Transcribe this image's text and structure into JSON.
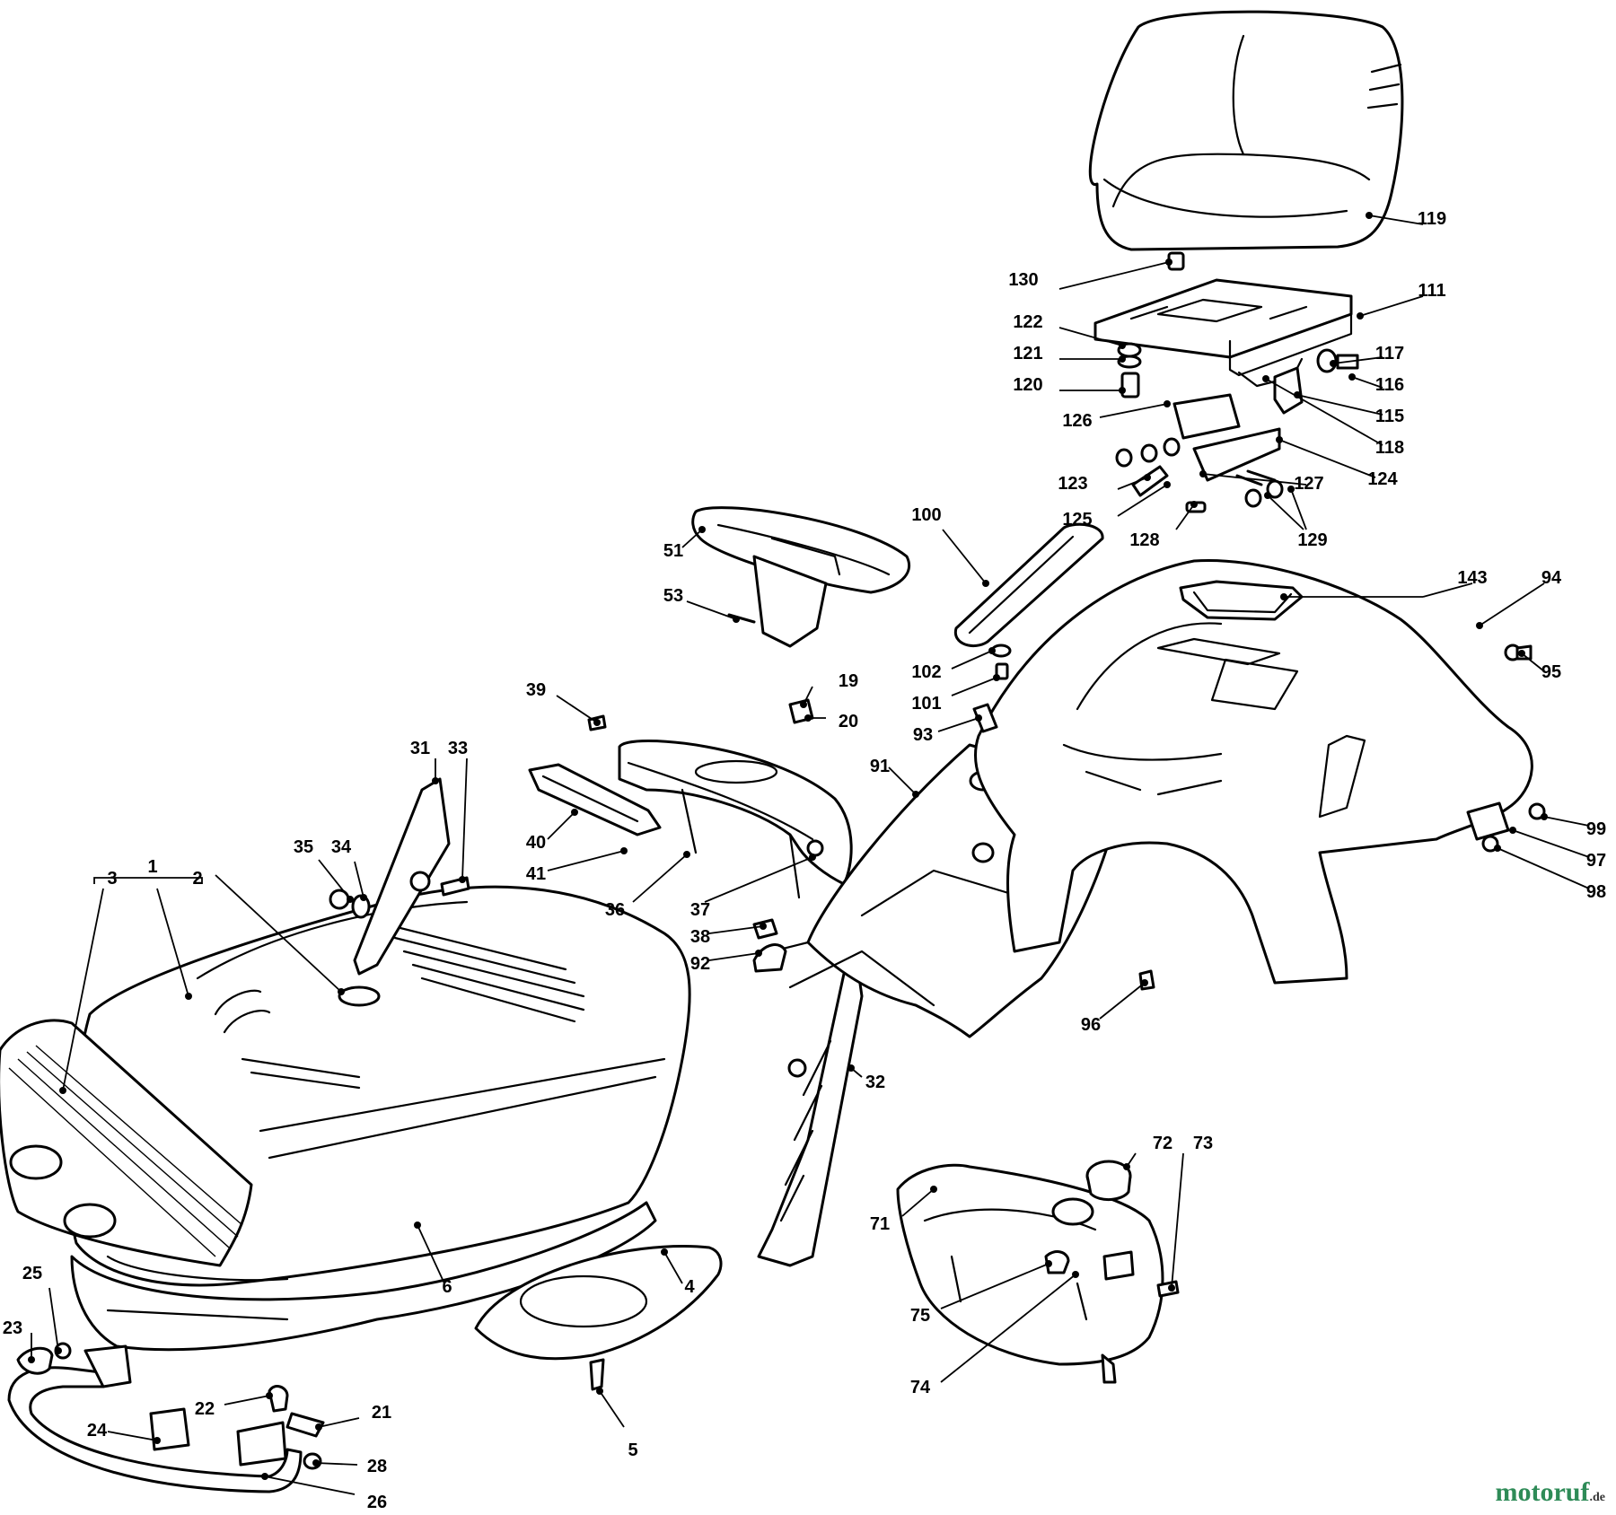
{
  "labels": [
    {
      "id": "1",
      "text": "1"
    },
    {
      "id": "2",
      "text": "2"
    },
    {
      "id": "3",
      "text": "3"
    },
    {
      "id": "4",
      "text": "4"
    },
    {
      "id": "5",
      "text": "5"
    },
    {
      "id": "6",
      "text": "6"
    },
    {
      "id": "19",
      "text": "19"
    },
    {
      "id": "20",
      "text": "20"
    },
    {
      "id": "21",
      "text": "21"
    },
    {
      "id": "22",
      "text": "22"
    },
    {
      "id": "23",
      "text": "23"
    },
    {
      "id": "24",
      "text": "24"
    },
    {
      "id": "25",
      "text": "25"
    },
    {
      "id": "26",
      "text": "26"
    },
    {
      "id": "28",
      "text": "28"
    },
    {
      "id": "31",
      "text": "31"
    },
    {
      "id": "32",
      "text": "32"
    },
    {
      "id": "33",
      "text": "33"
    },
    {
      "id": "34",
      "text": "34"
    },
    {
      "id": "35",
      "text": "35"
    },
    {
      "id": "36",
      "text": "36"
    },
    {
      "id": "37",
      "text": "37"
    },
    {
      "id": "38",
      "text": "38"
    },
    {
      "id": "39",
      "text": "39"
    },
    {
      "id": "40",
      "text": "40"
    },
    {
      "id": "41",
      "text": "41"
    },
    {
      "id": "51",
      "text": "51"
    },
    {
      "id": "53",
      "text": "53"
    },
    {
      "id": "71",
      "text": "71"
    },
    {
      "id": "72",
      "text": "72"
    },
    {
      "id": "73",
      "text": "73"
    },
    {
      "id": "74",
      "text": "74"
    },
    {
      "id": "75",
      "text": "75"
    },
    {
      "id": "91",
      "text": "91"
    },
    {
      "id": "92",
      "text": "92"
    },
    {
      "id": "93",
      "text": "93"
    },
    {
      "id": "94",
      "text": "94"
    },
    {
      "id": "95",
      "text": "95"
    },
    {
      "id": "96",
      "text": "96"
    },
    {
      "id": "97",
      "text": "97"
    },
    {
      "id": "98",
      "text": "98"
    },
    {
      "id": "99",
      "text": "99"
    },
    {
      "id": "100",
      "text": "100"
    },
    {
      "id": "101",
      "text": "101"
    },
    {
      "id": "102",
      "text": "102"
    },
    {
      "id": "111",
      "text": "111"
    },
    {
      "id": "115",
      "text": "115"
    },
    {
      "id": "116",
      "text": "116"
    },
    {
      "id": "117",
      "text": "117"
    },
    {
      "id": "118",
      "text": "118"
    },
    {
      "id": "119",
      "text": "119"
    },
    {
      "id": "120",
      "text": "120"
    },
    {
      "id": "121",
      "text": "121"
    },
    {
      "id": "122",
      "text": "122"
    },
    {
      "id": "123",
      "text": "123"
    },
    {
      "id": "124",
      "text": "124"
    },
    {
      "id": "125",
      "text": "125"
    },
    {
      "id": "126",
      "text": "126"
    },
    {
      "id": "127",
      "text": "127"
    },
    {
      "id": "128",
      "text": "128"
    },
    {
      "id": "129",
      "text": "129"
    },
    {
      "id": "130",
      "text": "130"
    },
    {
      "id": "143",
      "text": "143"
    }
  ],
  "watermark": {
    "main": "motoruf",
    "tld": ".de"
  }
}
